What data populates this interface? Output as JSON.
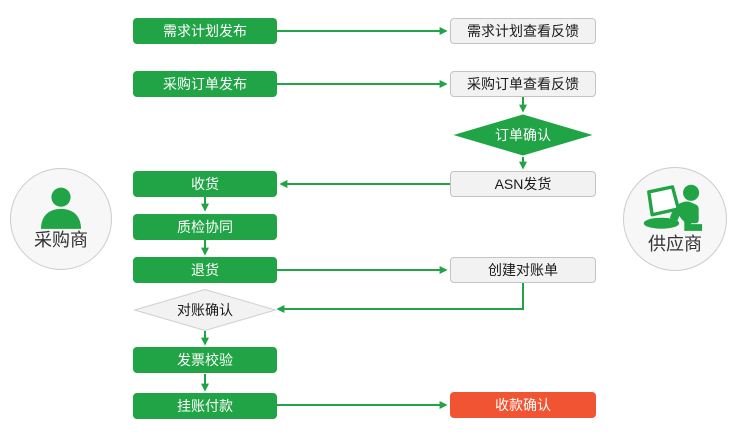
{
  "colors": {
    "green": "#21a445",
    "red": "#f05433",
    "gray_bg": "#f2f2f2",
    "gray_border": "#c4c4c4",
    "circle_bg": "#f7f7f7",
    "circle_border": "#cccccc"
  },
  "actors": {
    "buyer": {
      "label": "采购商"
    },
    "supplier": {
      "label": "供应商"
    }
  },
  "nodes": {
    "demand_plan_publish": {
      "label": "需求计划发布",
      "type": "green"
    },
    "po_publish": {
      "label": "采购订单发布",
      "type": "green"
    },
    "receive_goods": {
      "label": "收货",
      "type": "green"
    },
    "quality_inspection": {
      "label": "质检协同",
      "type": "green"
    },
    "return_goods": {
      "label": "退货",
      "type": "green"
    },
    "reconciliation_confirm": {
      "label": "对账确认",
      "type": "gray-diamond"
    },
    "invoice_verification": {
      "label": "发票校验",
      "type": "green"
    },
    "book_payment": {
      "label": "挂账付款",
      "type": "green"
    },
    "demand_plan_feedback": {
      "label": "需求计划查看反馈",
      "type": "gray"
    },
    "po_feedback": {
      "label": "采购订单查看反馈",
      "type": "gray"
    },
    "order_confirm": {
      "label": "订单确认",
      "type": "green-diamond"
    },
    "asn_shipment": {
      "label": "ASN发货",
      "type": "gray"
    },
    "create_statement": {
      "label": "创建对账单",
      "type": "gray"
    },
    "payment_receipt_confirm": {
      "label": "收款确认",
      "type": "red"
    }
  },
  "edges": [
    {
      "from": "demand_plan_publish",
      "to": "demand_plan_feedback"
    },
    {
      "from": "po_publish",
      "to": "po_feedback"
    },
    {
      "from": "po_feedback",
      "to": "order_confirm"
    },
    {
      "from": "order_confirm",
      "to": "asn_shipment"
    },
    {
      "from": "asn_shipment",
      "to": "receive_goods"
    },
    {
      "from": "receive_goods",
      "to": "quality_inspection"
    },
    {
      "from": "quality_inspection",
      "to": "return_goods"
    },
    {
      "from": "return_goods",
      "to": "create_statement"
    },
    {
      "from": "create_statement",
      "to": "reconciliation_confirm"
    },
    {
      "from": "reconciliation_confirm",
      "to": "invoice_verification"
    },
    {
      "from": "invoice_verification",
      "to": "book_payment"
    },
    {
      "from": "book_payment",
      "to": "payment_receipt_confirm"
    }
  ]
}
